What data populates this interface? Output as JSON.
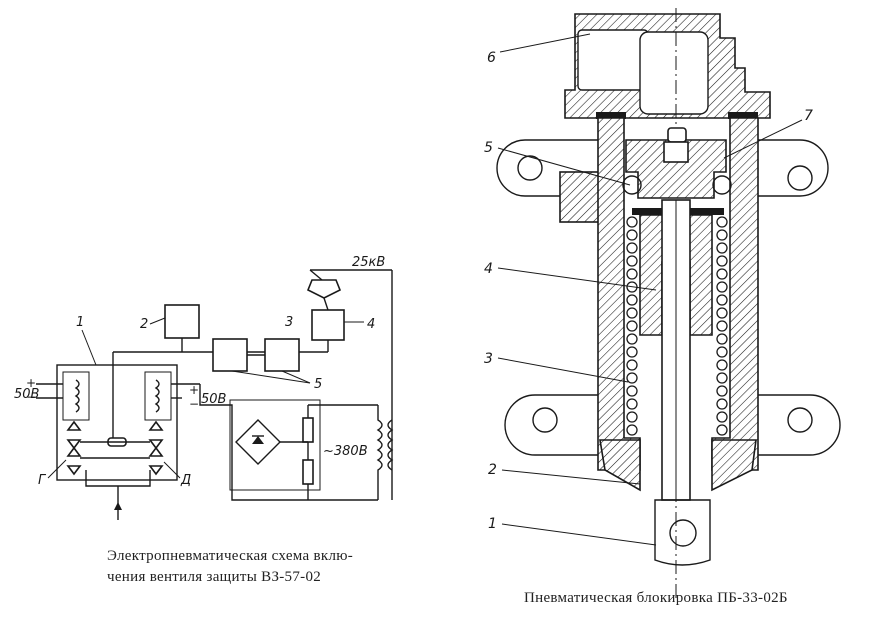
{
  "left_diagram": {
    "caption_line1": "Электропневматическая схема вклю-",
    "caption_line2": "чения вентиля защиты ВЗ-57-02",
    "labels": {
      "voltage_25kv": "25кВ",
      "voltage_50v_left": "50В",
      "voltage_50v_right": "50В",
      "voltage_380v": "~380В",
      "plus_left": "+",
      "minus_left": "−",
      "plus_right": "+",
      "minus_right": "−",
      "num_1": "1",
      "num_2": "2",
      "num_3": "3",
      "num_4": "4",
      "num_5": "5",
      "letter_g": "Г",
      "letter_d": "Д"
    }
  },
  "right_diagram": {
    "caption": "Пневматическая блокировка   ПБ-33-02Б",
    "labels": {
      "num_1": "1",
      "num_2": "2",
      "num_3": "3",
      "num_4": "4",
      "num_5": "5",
      "num_6": "6",
      "num_7": "7"
    }
  }
}
